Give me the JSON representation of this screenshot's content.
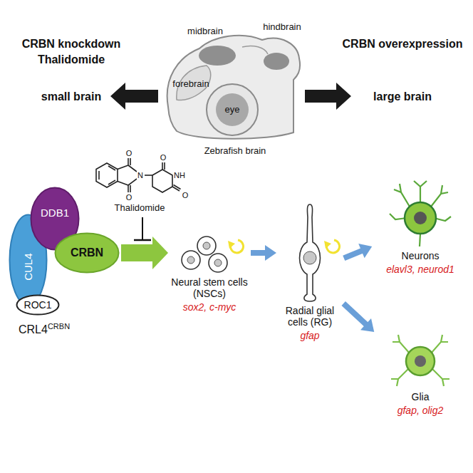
{
  "diagram": {
    "nodes": [
      {
        "text": [
          "CUL4"
        ]
      },
      {
        "text": [
          "DDB1"
        ]
      },
      {
        "text": [
          "CRBN"
        ]
      },
      {
        "text": [
          "ROC1"
        ]
      },
      {
        "text": [
          "Neural stem cells (NSCs)",
          "sox2, c-myc"
        ]
      },
      {
        "text": [
          "Radial glial cells (RG)",
          "gfap"
        ]
      },
      {
        "text": [
          "Neurons",
          "elavl3, neurod1"
        ]
      },
      {
        "text": [
          "Glia",
          "gfap, olig2"
        ]
      }
    ],
    "edges": [
      {
        "from": 2,
        "to": 4,
        "arrow": "to"
      },
      {
        "from": 4,
        "to": 5,
        "arrow": "to"
      },
      {
        "from": 5,
        "to": 6,
        "arrow": "to"
      },
      {
        "from": 5,
        "to": 7,
        "arrow": "to"
      }
    ],
    "labels": [
      "CRBN knockdown",
      "Thalidomide",
      "small brain",
      "midbrain",
      "hindbrain",
      "forebrain",
      "eye",
      "Zebrafish brain",
      "CRBN overexpression",
      "large brain",
      "O",
      "O",
      "N",
      "O",
      "NH",
      "O",
      "Thalidomide",
      "CRL4",
      "CRBN"
    ]
  }
}
